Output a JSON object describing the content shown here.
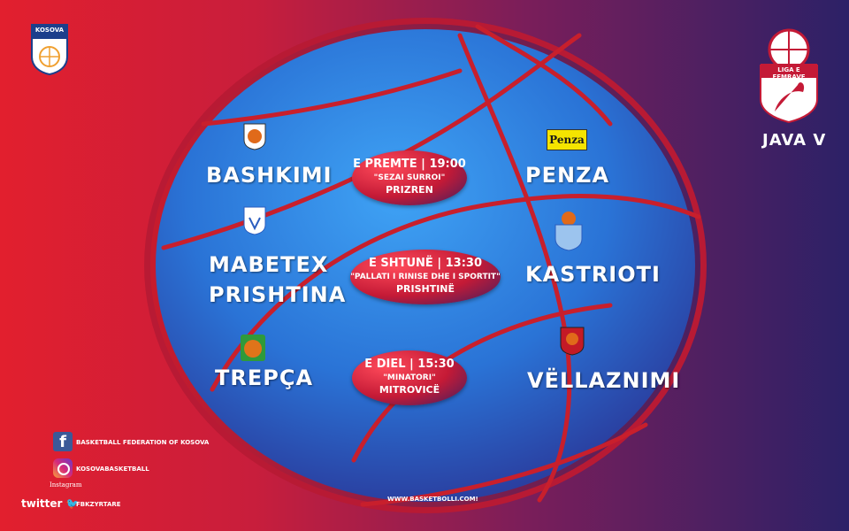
{
  "federation_logo": {
    "label": "KOSOVA"
  },
  "league_logo": {
    "label": "LIGA E FEMRAVE"
  },
  "round": "JAVA V",
  "matches": [
    {
      "home": "BASHKIMI",
      "away": "PENZA",
      "when": "E PREMTE | 19:00",
      "venue": "\"SEZAI SURROI\"",
      "city": "PRIZREN"
    },
    {
      "home_line1": "MABETEX",
      "home_line2": "PRISHTINA",
      "away": "KASTRIOTI",
      "when": "E SHTUNË | 13:30",
      "venue": "\"PALLATI I RINISE DHE I SPORTIT\"",
      "city": "PRISHTINË"
    },
    {
      "home": "TREPÇA",
      "away": "VËLLAZNIMI",
      "when": "E DIEL | 15:30",
      "venue": "\"MINATORI\"",
      "city": "MITROVICË"
    }
  ],
  "team_logos": {
    "penza": "Penza"
  },
  "social": {
    "facebook": "BASKETBALL FEDERATION OF KOSOVA",
    "instagram": "KOSOVABASKETBALL",
    "instagram_caption": "Instagram",
    "twitter_logo": "twitter",
    "twitter": "FBKZYRTARE"
  },
  "website": "WWW.BASKETBOLLI.COM!",
  "colors": {
    "red": "#e21f2e",
    "navy": "#2c2167",
    "ball_blue": "#2f7fe0"
  }
}
